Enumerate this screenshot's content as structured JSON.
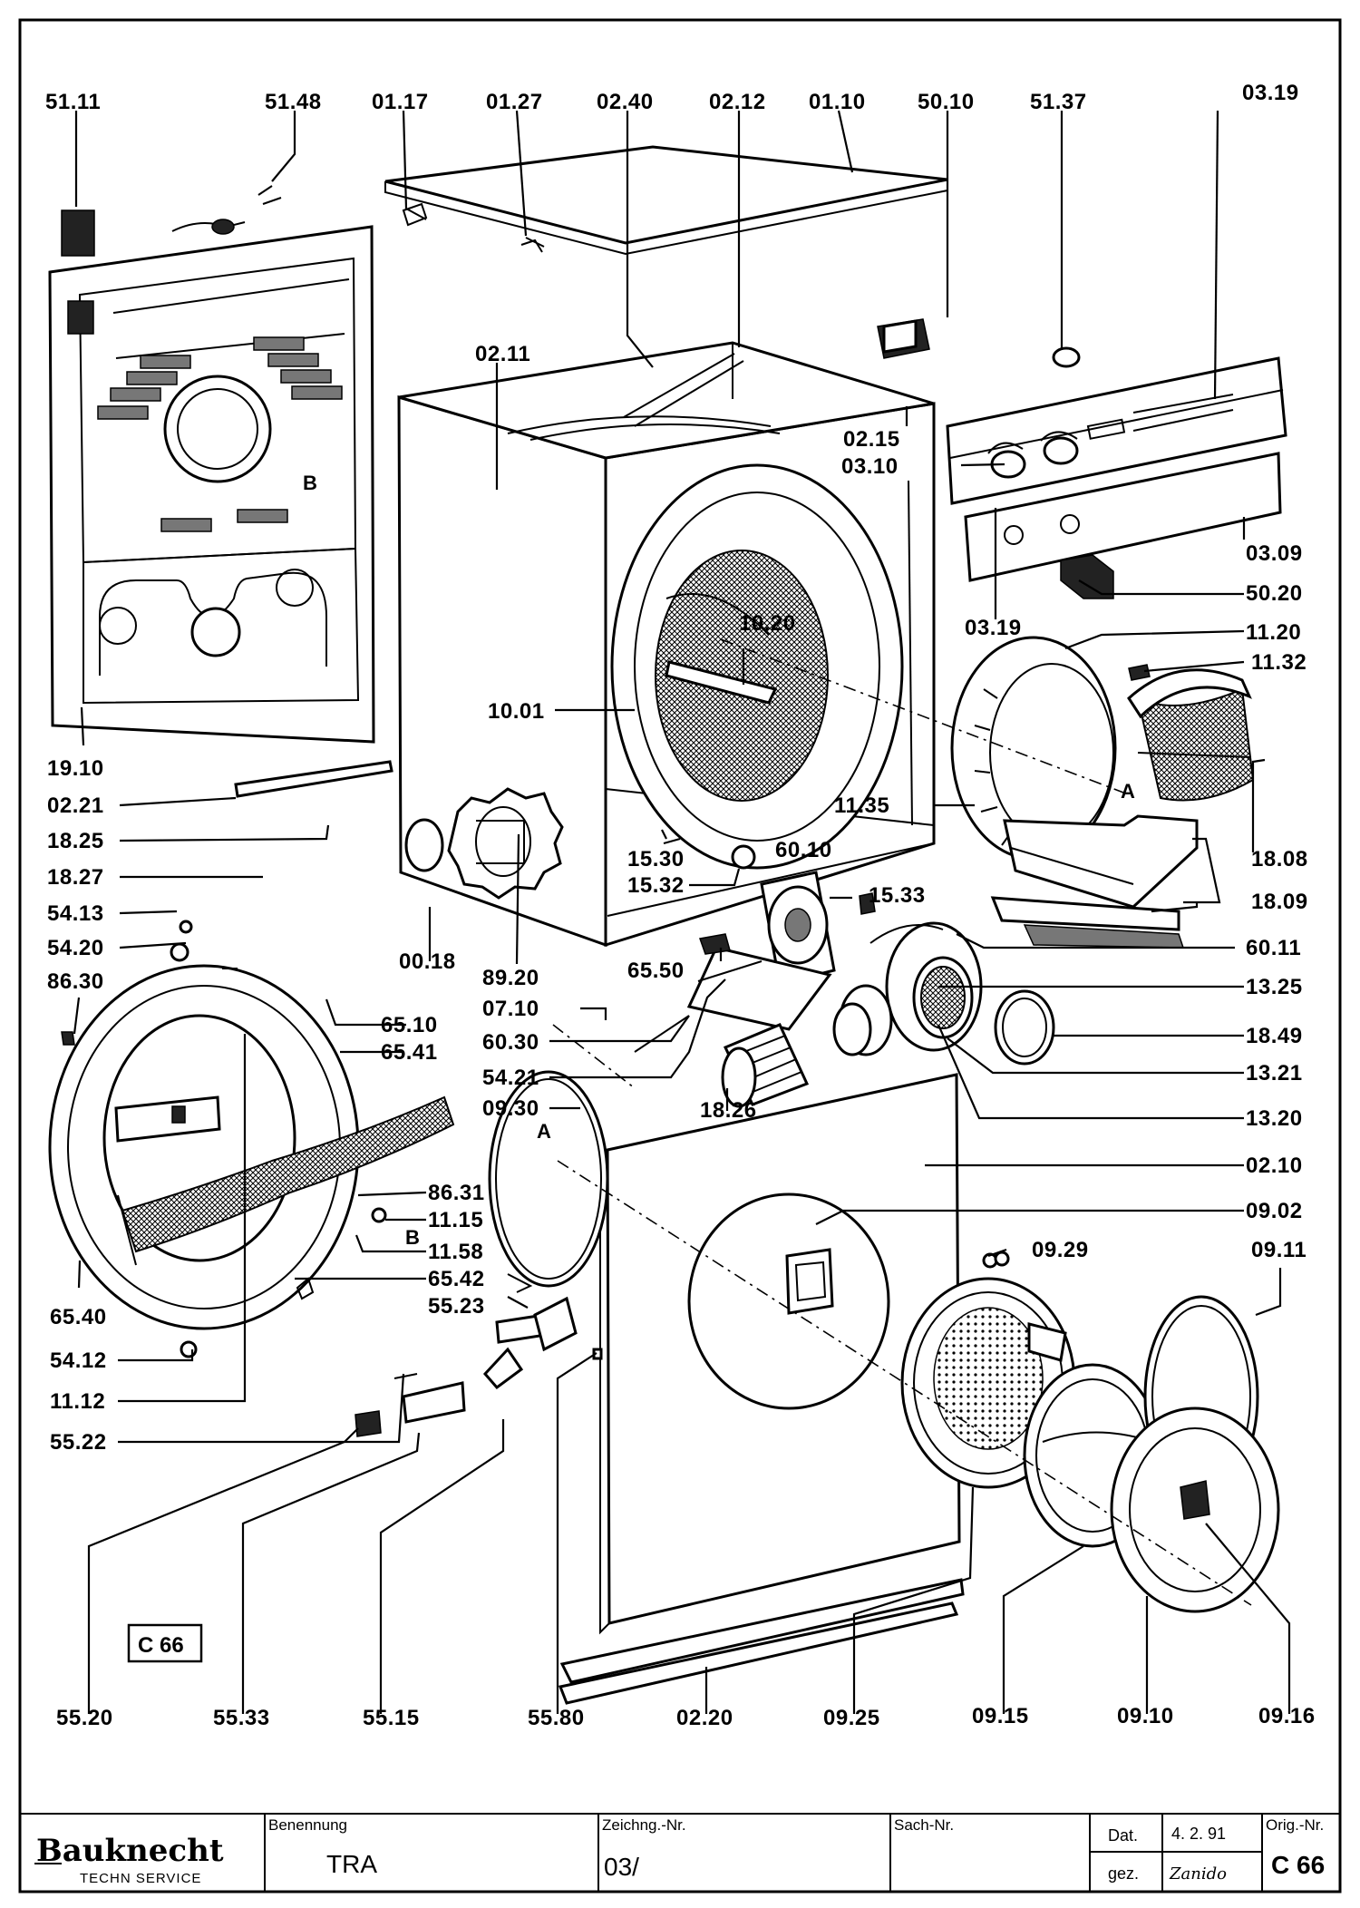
{
  "drawing_labels": [
    "51.11",
    "51.48",
    "01.17",
    "01.27",
    "02.40",
    "02.12",
    "01.10",
    "50.10",
    "51.37",
    "03.19",
    "02.11",
    "02.15",
    "03.10",
    "03.09",
    "50.20",
    "03.19",
    "10.20",
    "11.20",
    "11.32",
    "10.01",
    "19.10",
    "02.21",
    "11.35",
    "18.08",
    "18.25",
    "18.27",
    "15.30",
    "60.10",
    "15.32",
    "15.33",
    "18.09",
    "54.13",
    "54.20",
    "00.18",
    "89.20",
    "65.50",
    "60.11",
    "86.30",
    "65.10",
    "07.10",
    "13.25",
    "65.41",
    "60.30",
    "18.49",
    "54.21",
    "13.21",
    "09.30",
    "18.26",
    "13.20",
    "02.10",
    "86.31",
    "11.15",
    "09.02",
    "11.58",
    "09.29",
    "09.11",
    "65.42",
    "65.40",
    "55.23",
    "54.12",
    "11.12",
    "55.22",
    "55.20",
    "55.33",
    "55.15",
    "55.80",
    "02.20",
    "09.25",
    "09.15",
    "09.10",
    "09.16"
  ],
  "section_markers": {
    "a": "A",
    "b": "B"
  },
  "stamp": "C 66",
  "title_block": {
    "brand": "Bauknecht",
    "brand_sub": "TECHN SERVICE",
    "benennung_label": "Benennung",
    "benennung_value": "TRA",
    "zeichnung_label": "Zeichng.-Nr.",
    "zeichnung_value": "03/",
    "sach_label": "Sach-Nr.",
    "dat_label": "Dat.",
    "dat_value": "4. 2. 91",
    "gez_label": "gez.",
    "gez_value": "Zanido",
    "orig_label": "Orig.-Nr.",
    "orig_value": "C 66"
  }
}
